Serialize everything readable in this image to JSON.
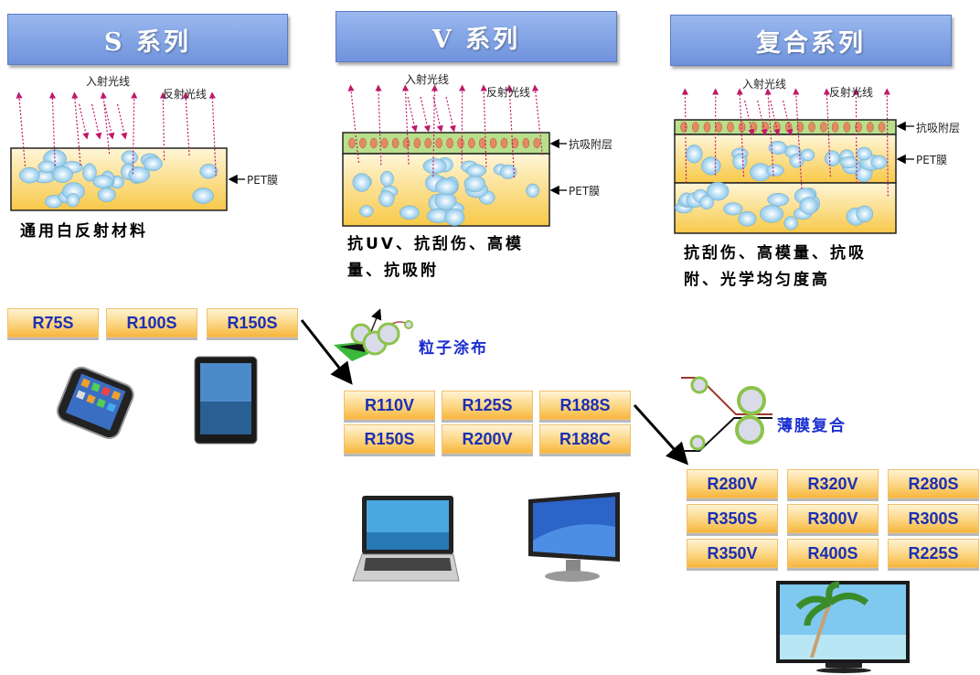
{
  "series": [
    {
      "title": "S 系列",
      "incident_label": "入射光线",
      "reflect_label": "反射光线",
      "pet_label": "PET膜",
      "caption": "通用白反射材料",
      "products": [
        "R75S",
        "R100S",
        "R150S"
      ]
    },
    {
      "title": "V 系列",
      "incident_label": "入射光线",
      "reflect_label": "反射光线",
      "coat_label": "抗吸附层",
      "pet_label": "PET膜",
      "caption_line1": "抗UV、抗刮伤、高模",
      "caption_line2": "量、抗吸附",
      "process": "粒子涂布",
      "products": [
        "R110V",
        "R125S",
        "R188S",
        "R150S",
        "R200V",
        "R188C"
      ]
    },
    {
      "title": "复合系列",
      "incident_label": "入射光线",
      "reflect_label": "反射光线",
      "coat_label": "抗吸附层",
      "pet_label": "PET膜",
      "caption_line1": "抗刮伤、高模量、抗吸",
      "caption_line2": "附、光学均匀度高",
      "process": "薄膜复合",
      "products": [
        "R280V",
        "R320V",
        "R280S",
        "R350S",
        "R300V",
        "R300S",
        "R350V",
        "R400S",
        "R225S"
      ]
    }
  ],
  "colors": {
    "header": "#7f9fe4",
    "button": "#fbd27a",
    "button_text": "#1b2fb4",
    "film": "#f7c948",
    "coating": "#b9df8a",
    "ray": "#c0186a"
  }
}
